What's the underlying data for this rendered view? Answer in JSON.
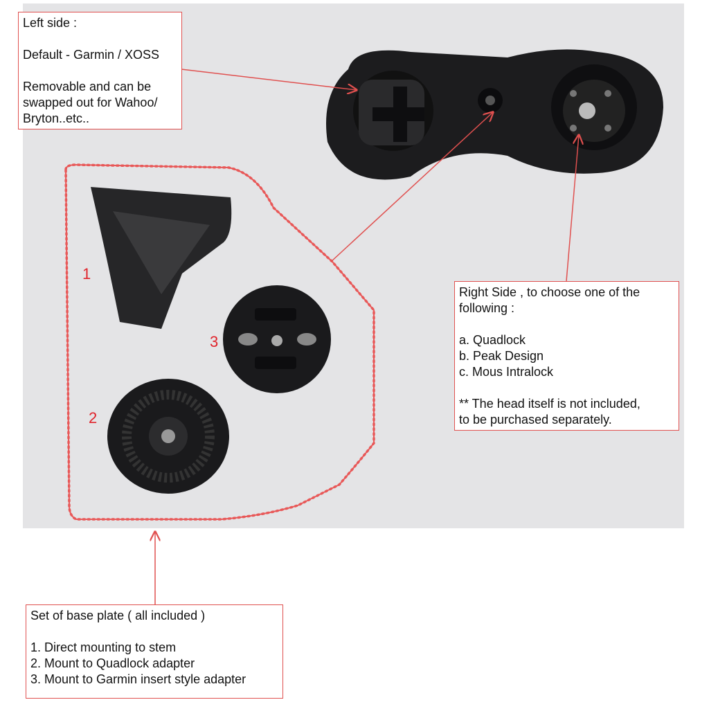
{
  "left_note": {
    "lines": [
      "Left side :",
      "",
      "Default - Garmin / XOSS",
      "",
      "Removable and can be",
      "swapped out for Wahoo/",
      "Bryton..etc.."
    ]
  },
  "right_note": {
    "lines": [
      "Right Side , to choose one of the",
      "following :",
      "",
      "a. Quadlock",
      "b. Peak Design",
      "c. Mous Intralock",
      "",
      "** The head itself is not included,",
      "to be purchased separately."
    ]
  },
  "bottom_note": {
    "lines": [
      "Set of base plate ( all included )",
      "",
      "1. Direct mounting to stem",
      "2. Mount to Quadlock adapter",
      "3. Mount to Garmin insert style adapter"
    ]
  },
  "labels": {
    "one": "1",
    "two": "2",
    "three": "3"
  },
  "colors": {
    "annotation": "#e0504f",
    "label": "#e0232b",
    "background": "#e6e6e8",
    "part": "#1a1a1c"
  }
}
